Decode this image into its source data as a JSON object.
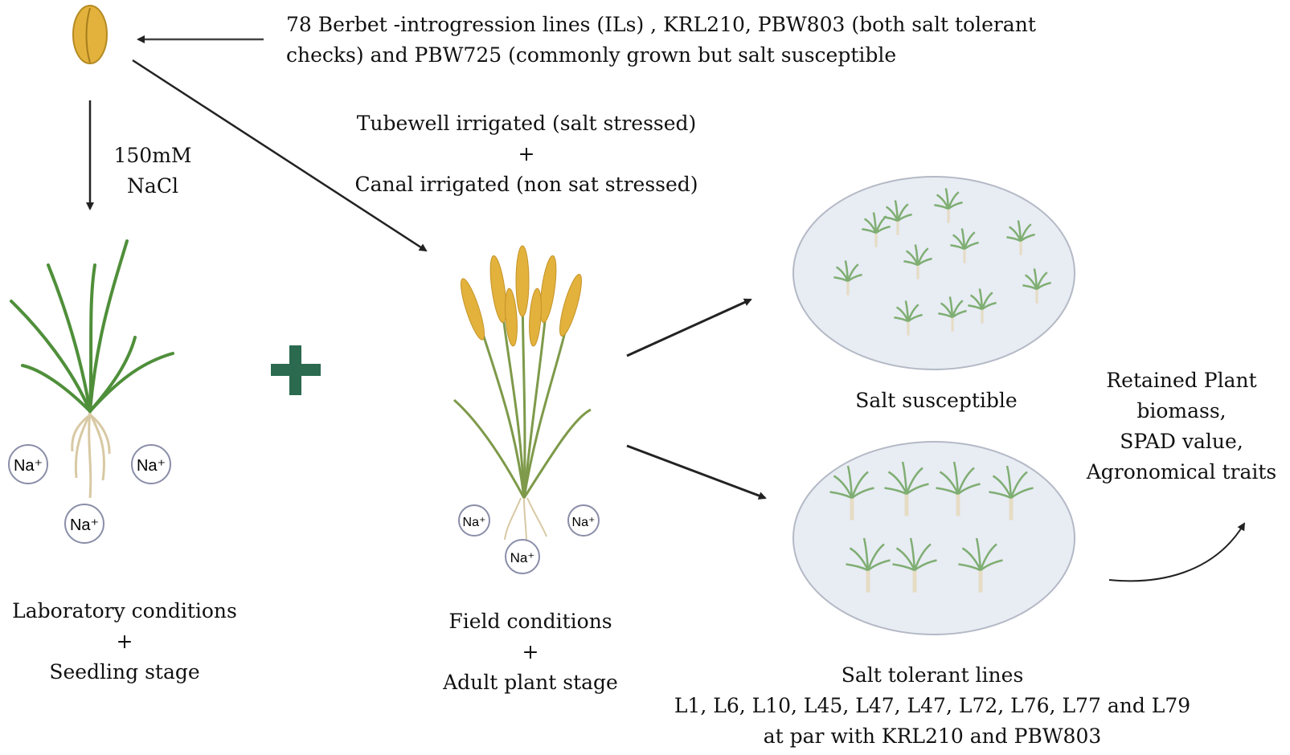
{
  "diagram": {
    "input_lines": {
      "line1": "78 Berbet -introgression lines (ILs) , KRL210, PBW803 (both salt tolerant",
      "line2": "checks) and PBW725 (commonly grown but salt susceptible"
    },
    "lab_treatment": {
      "line1": "150mM",
      "line2": "NaCl"
    },
    "field_treatment": {
      "line1": "Tubewell irrigated (salt stressed)",
      "plus": "+",
      "line2": "Canal irrigated (non sat stressed)"
    },
    "lab_caption": {
      "line1": "Laboratory conditions",
      "plus": "+",
      "line2": "Seedling stage"
    },
    "field_caption": {
      "line1": "Field conditions",
      "plus": "+",
      "line2": "Adult plant stage"
    },
    "susceptible_label": "Salt susceptible",
    "tolerant_label": {
      "line1": "Salt tolerant lines",
      "line2": "L1, L6, L10, L45, L47, L47, L72, L76, L77 and L79",
      "line3": "at par with KRL210 and PBW803"
    },
    "retained": {
      "line1": "Retained Plant",
      "line2": "biomass,",
      "line3": "SPAD value,",
      "line4": "Agronomical traits"
    },
    "ion_label": "Na⁺",
    "colors": {
      "leaf_green": "#4f8f3a",
      "plus_green": "#2b6a4f",
      "grain_gold": "#e2b23c",
      "root_beige": "#d8c9a4",
      "ellipse_fill": "#e8ecf3",
      "ion_circle": "#8a8ea8"
    }
  }
}
